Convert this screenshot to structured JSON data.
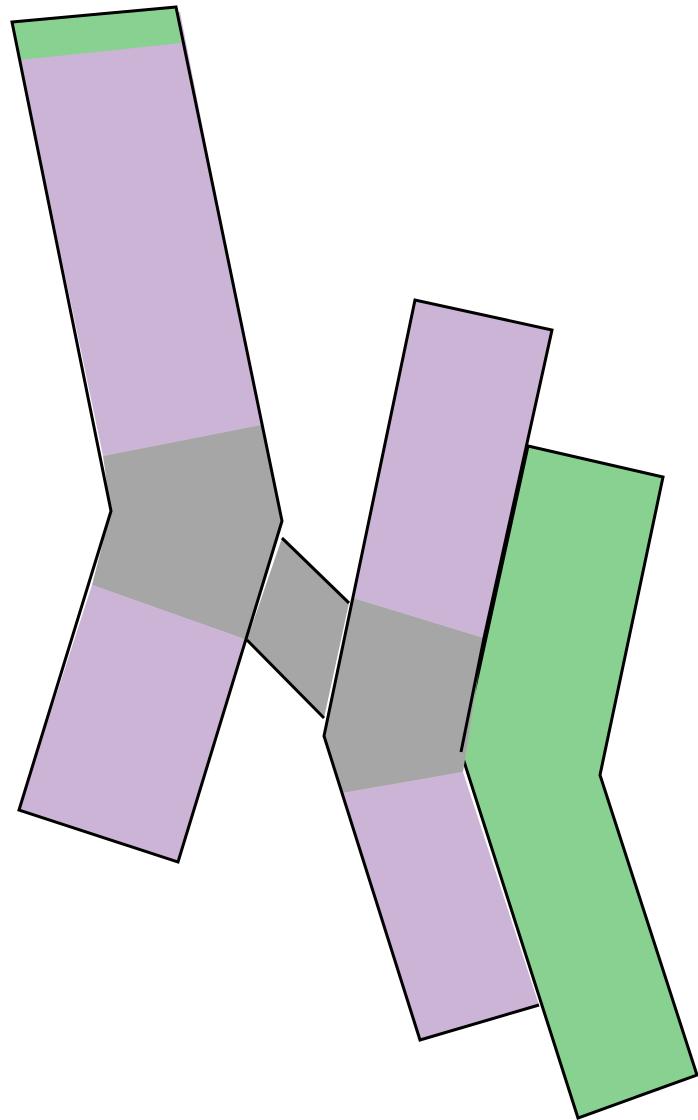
{
  "diagram": {
    "kind": "chromosome-translocation-schematic",
    "components": [
      {
        "id": "chromosome-a",
        "arms": [
          "short",
          "long"
        ],
        "bands": [
          "green-tip",
          "purple",
          "gray-centromere",
          "purple"
        ]
      },
      {
        "id": "chromosome-a-connector",
        "bands": [
          "gray"
        ]
      },
      {
        "id": "chromosome-b",
        "arms": [
          "short",
          "long"
        ],
        "bands": [
          "purple",
          "gray-centromere",
          "purple"
        ]
      },
      {
        "id": "chromosome-c",
        "arms": [
          "short",
          "long"
        ],
        "bands": [
          "green"
        ]
      }
    ],
    "colors": {
      "purple": "#cbb4d6",
      "gray": "#a6a6a6",
      "green": "#88d191",
      "outline": "#000000",
      "background": "#ffffff"
    }
  }
}
